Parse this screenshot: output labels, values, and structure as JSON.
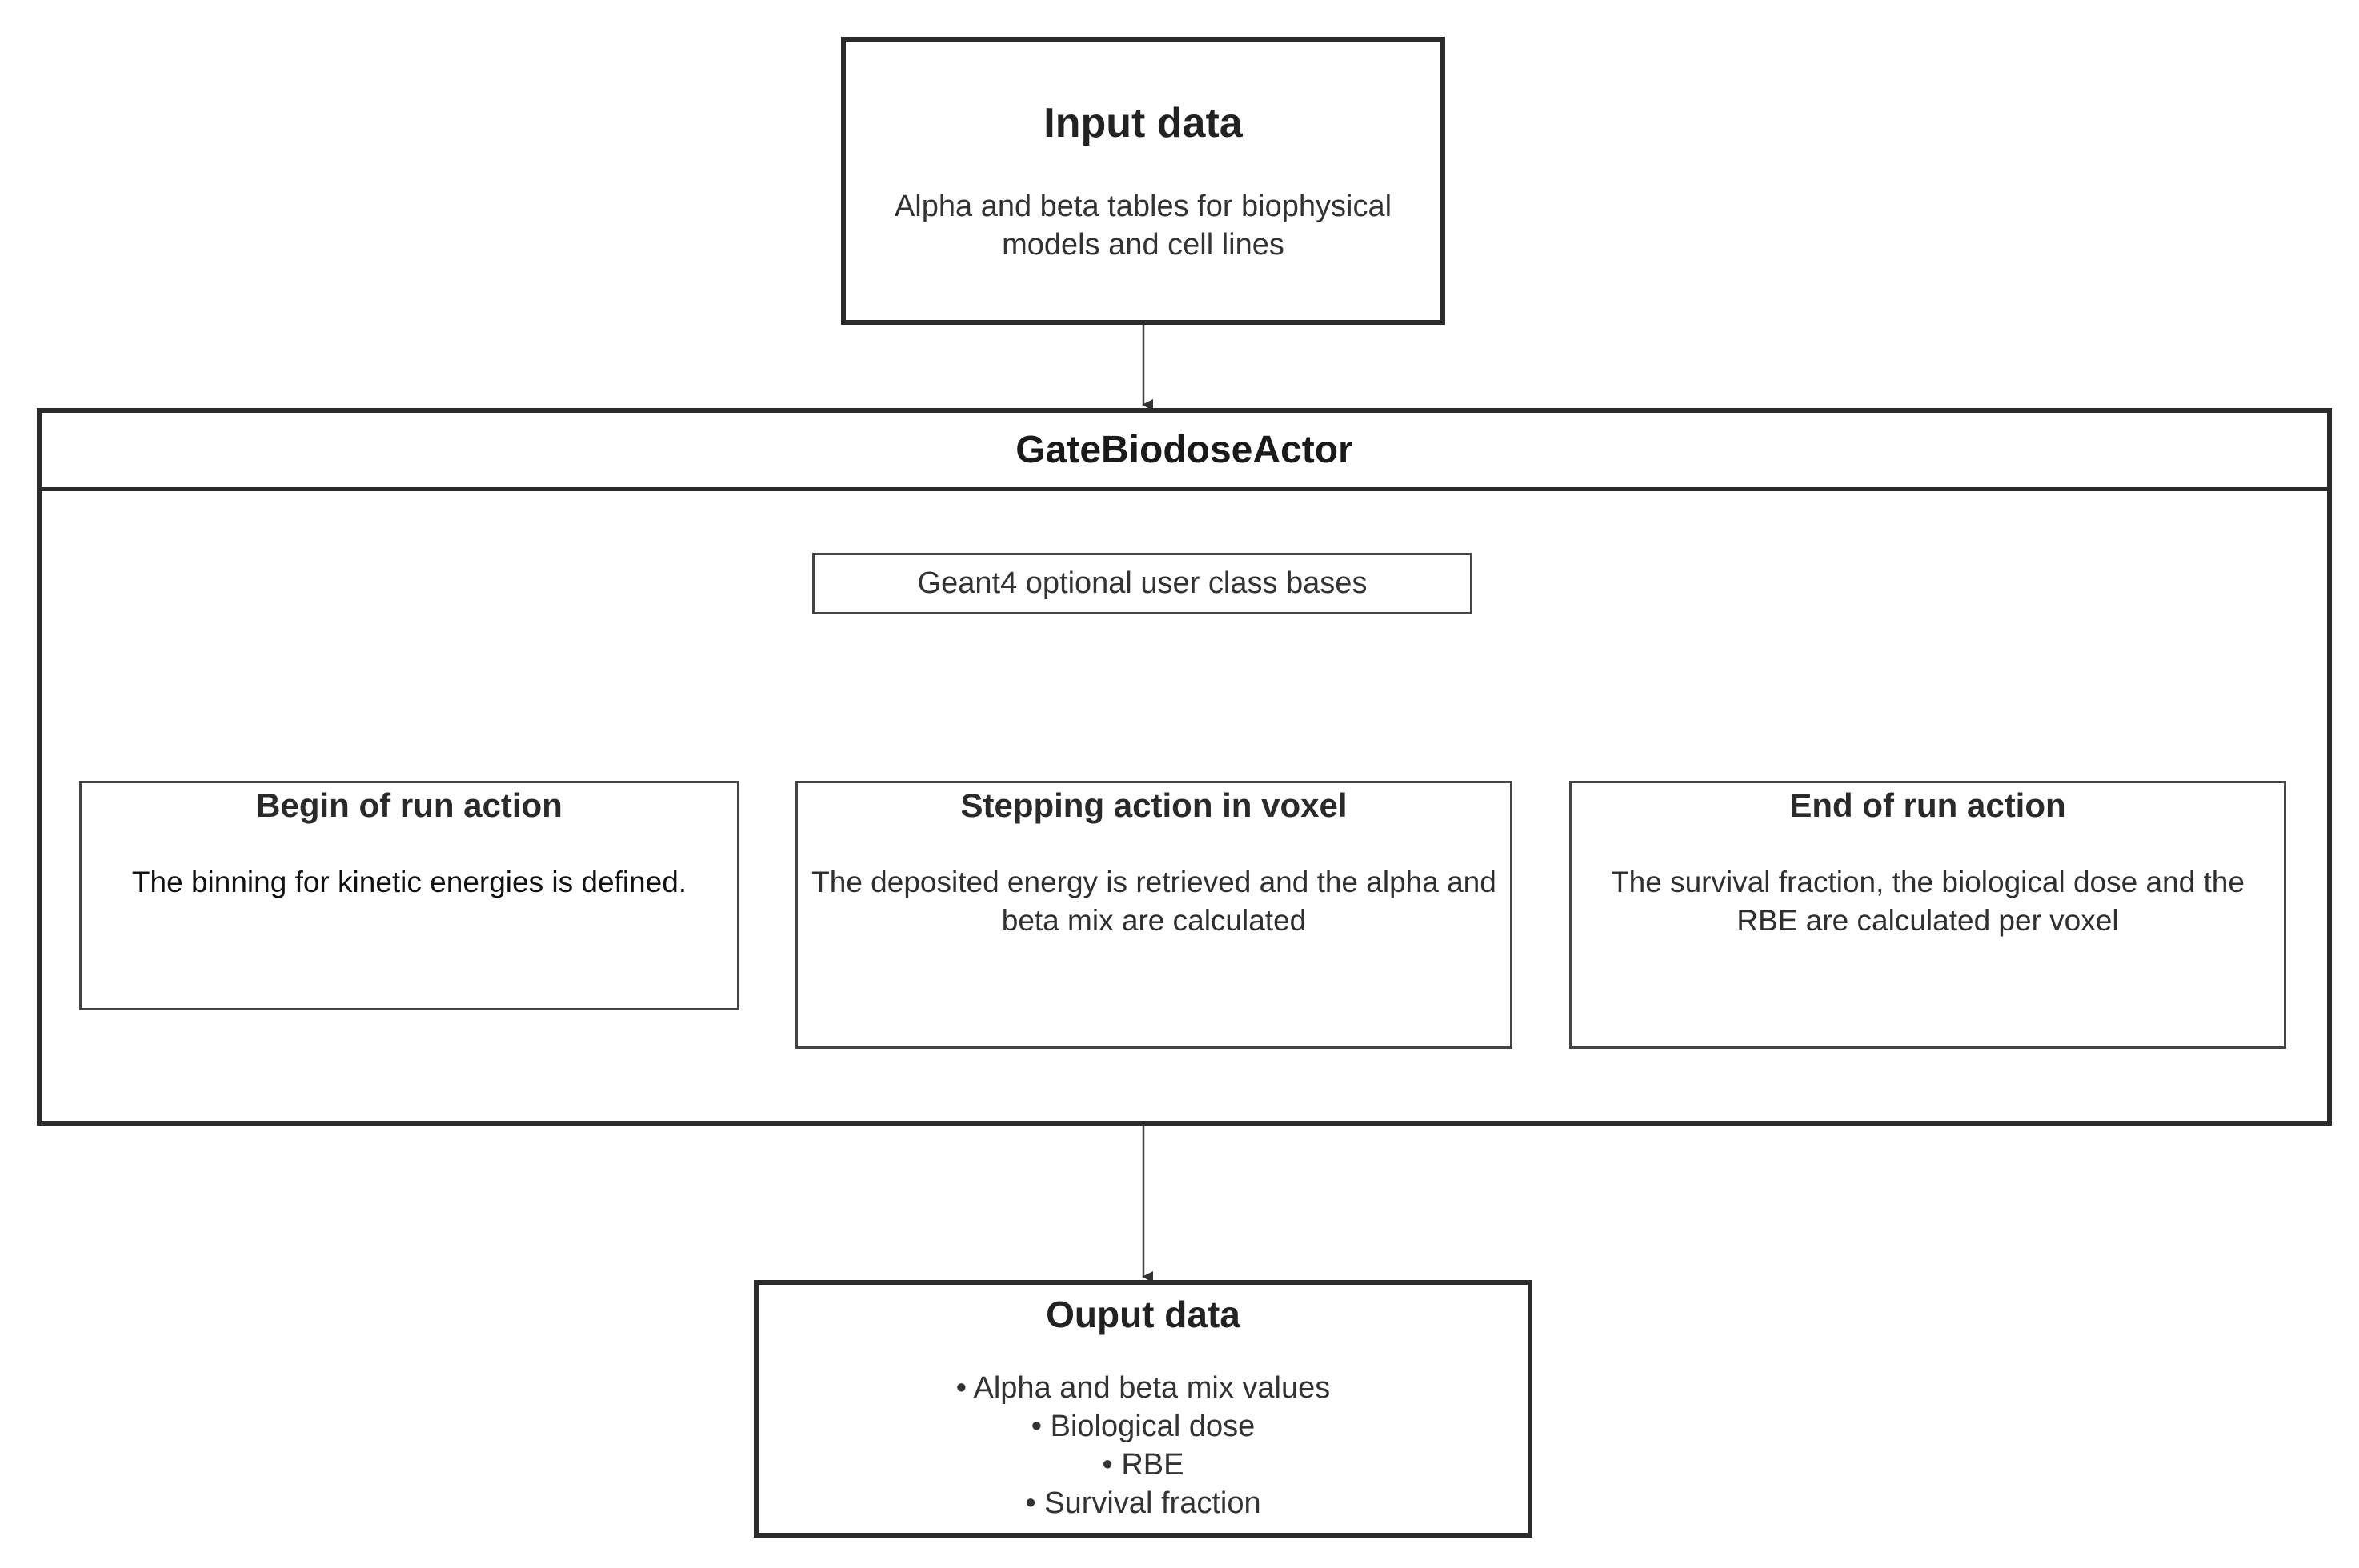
{
  "input": {
    "title": "Input data",
    "description": "Alpha and beta tables for biophysical models and cell lines"
  },
  "actor": {
    "title": "GateBiodoseActor",
    "base_class": "Geant4 optional user class bases",
    "actions": [
      {
        "title": "Begin of run action",
        "description": "The binning for kinetic energies is defined."
      },
      {
        "title": "Stepping action in voxel",
        "description": "The deposited energy is retrieved and the  alpha and beta mix are calculated"
      },
      {
        "title": "End of run action",
        "description": "The survival fraction, the biological dose and the RBE are calculated per voxel"
      }
    ]
  },
  "output": {
    "title": "Ouput data",
    "items": [
      "• Alpha and beta mix values",
      "• Biological dose",
      "• RBE",
      "• Survival fraction"
    ]
  }
}
